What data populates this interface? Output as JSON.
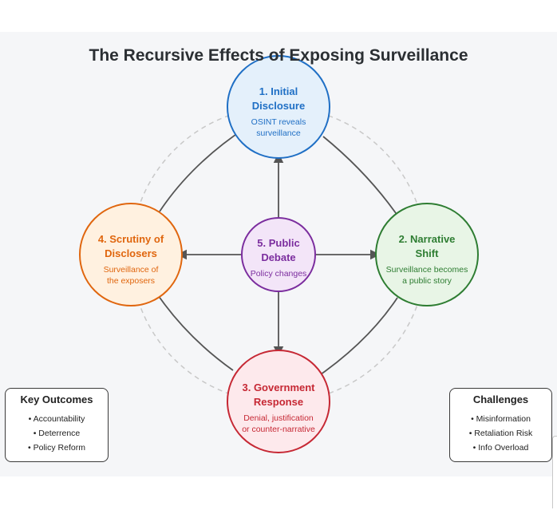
{
  "title": "The Recursive Effects of Exposing Surveillance",
  "nodes": {
    "initial": {
      "number": "1.",
      "title": "1. Initial Disclosure",
      "line1": "1. Initial",
      "line2": "Disclosure",
      "sub1": "OSINT reveals",
      "sub2": "surveillance",
      "stroke": "#1f6fc5",
      "fill": "#e4f0fb"
    },
    "narrative": {
      "line1": "2. Narrative",
      "line2": "Shift",
      "sub1": "Surveillance becomes",
      "sub2": "a public story",
      "stroke": "#2e7d32",
      "fill": "#e8f5e6"
    },
    "government": {
      "line1": "3. Government",
      "line2": "Response",
      "sub1": "Denial, justification",
      "sub2": "or counter-narrative",
      "stroke": "#c62834",
      "fill": "#fde9ec"
    },
    "scrutiny": {
      "line1": "4. Scrutiny of",
      "line2": "Disclosers",
      "sub1": "Surveillance of",
      "sub2": "the exposers",
      "stroke": "#e0660e",
      "fill": "#fff1e0"
    },
    "debate": {
      "line1": "5. Public",
      "line2": "Debate",
      "sub1": "Policy changes",
      "stroke": "#7b2d9e",
      "fill": "#f3e5f8"
    }
  },
  "key_outcomes": {
    "title": "Key Outcomes",
    "items": [
      "• Accountability",
      "• Deterrence",
      "• Policy Reform"
    ]
  },
  "challenges": {
    "title": "Challenges",
    "items": [
      "• Misinformation",
      "• Retaliation Risk",
      "• Info Overload"
    ]
  },
  "colors": {
    "arrow": "#555555",
    "dashed_ring": "#c8c8c8",
    "background": "#f5f6f8"
  }
}
